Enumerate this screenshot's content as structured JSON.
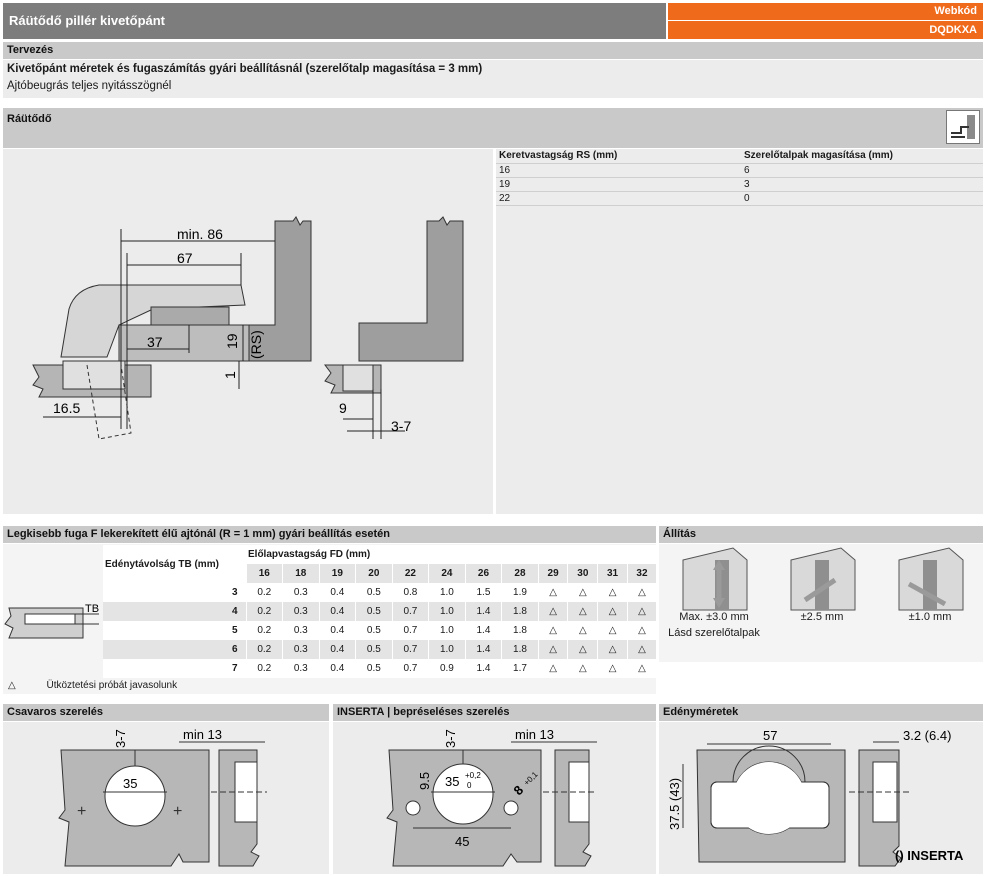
{
  "header": {
    "title": "Ráütődő pillér kivetőpánt",
    "webkod_label": "Webkód",
    "webkod_value": "DQDKXA"
  },
  "tervezes": {
    "title": "Tervezés",
    "line1": "Kivetőpánt méretek és fugaszámítás gyári beállításnál (szerelőtalp magasítása = 3 mm)",
    "line2": "Ajtóbeugrás teljes nyitásszögnél"
  },
  "rautodo": {
    "title": "Ráütődő",
    "icon": "hinge-profile-icon",
    "drawing": {
      "min86": "min. 86",
      "d67": "67",
      "d37": "37",
      "d19": "19",
      "rs": "(RS)",
      "d1": "1",
      "d16_5": "16.5",
      "d9": "9",
      "d3_7": "3-7"
    },
    "table": {
      "col1": "Keretvastagság RS (mm)",
      "col2": "Szerelőtalpak magasítása (mm)",
      "rows": [
        [
          "16",
          "6"
        ],
        [
          "19",
          "3"
        ],
        [
          "22",
          "0"
        ]
      ]
    }
  },
  "fuga": {
    "title": "Legkisebb fuga F lekerekített élű ajtónál (R = 1 mm) gyári beállítás esetén",
    "rowhead": "Edénytávolság TB (mm)",
    "colhead": "Előlapvastagság FD (mm)",
    "tb_label": "TB",
    "cols": [
      "16",
      "18",
      "19",
      "20",
      "22",
      "24",
      "26",
      "28",
      "29",
      "30",
      "31",
      "32"
    ],
    "rows": [
      {
        "tb": "3",
        "v": [
          "0.2",
          "0.3",
          "0.4",
          "0.5",
          "0.8",
          "1.0",
          "1.5",
          "1.9",
          "△",
          "△",
          "△",
          "△"
        ]
      },
      {
        "tb": "4",
        "v": [
          "0.2",
          "0.3",
          "0.4",
          "0.5",
          "0.7",
          "1.0",
          "1.4",
          "1.8",
          "△",
          "△",
          "△",
          "△"
        ]
      },
      {
        "tb": "5",
        "v": [
          "0.2",
          "0.3",
          "0.4",
          "0.5",
          "0.7",
          "1.0",
          "1.4",
          "1.8",
          "△",
          "△",
          "△",
          "△"
        ]
      },
      {
        "tb": "6",
        "v": [
          "0.2",
          "0.3",
          "0.4",
          "0.5",
          "0.7",
          "1.0",
          "1.4",
          "1.8",
          "△",
          "△",
          "△",
          "△"
        ]
      },
      {
        "tb": "7",
        "v": [
          "0.2",
          "0.3",
          "0.4",
          "0.5",
          "0.7",
          "0.9",
          "1.4",
          "1.7",
          "△",
          "△",
          "△",
          "△"
        ]
      }
    ],
    "note_symbol": "△",
    "note_text": "Ütköztetési próbát javasolunk"
  },
  "allitas": {
    "title": "Állítás",
    "a1_l1": "Max. ±3.0 mm",
    "a1_l2": "Lásd szerelőtalpak",
    "a2": "±2.5 mm",
    "a3": "±1.0 mm"
  },
  "csavaros": {
    "title": "Csavaros szerelés",
    "d3_7": "3-7",
    "min13": "min 13",
    "d35": "35"
  },
  "inserta": {
    "title": "INSERTA | bepréseléses szerelés",
    "d3_7": "3-7",
    "min13": "min 13",
    "d35": "35",
    "tol_up": "+0,2",
    "tol_dn": "0",
    "d9_5": "9.5",
    "d8": "8",
    "d8tol": "+0,1",
    "d45": "45"
  },
  "edeny": {
    "title": "Edényméretek",
    "d57": "57",
    "d3_2": "3.2 (6.4)",
    "d37_5": "37.5 (43)",
    "inserta_note": "() INSERTA"
  }
}
